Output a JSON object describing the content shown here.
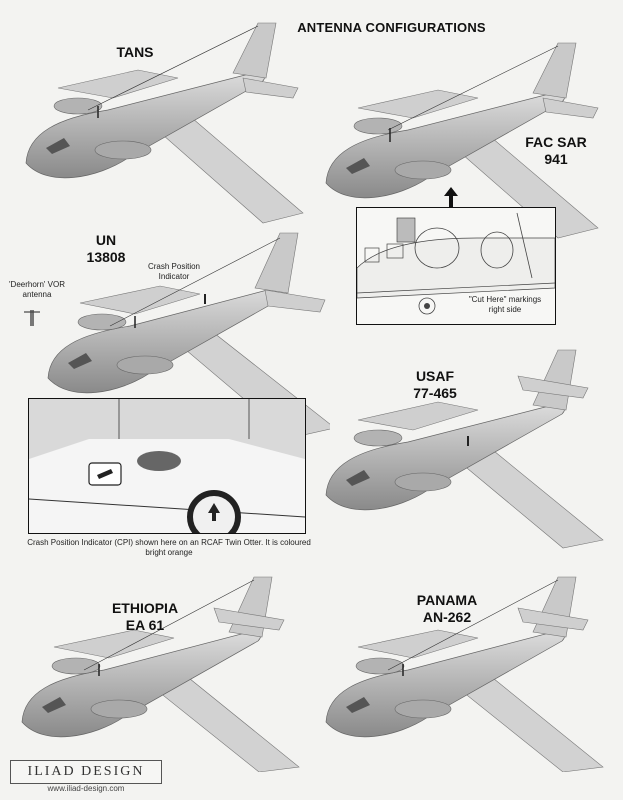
{
  "header": {
    "title": "ANTENNA CONFIGURATIONS"
  },
  "aircraft": [
    {
      "label_lines": [
        "TANS"
      ]
    },
    {
      "label_lines": [
        "FAC SAR",
        "941"
      ]
    },
    {
      "label_lines": [
        "UN",
        "13808"
      ]
    },
    {
      "label_lines": [
        "USAF",
        "77-465"
      ]
    },
    {
      "label_lines": [
        "ETHIOPIA",
        "EA 61"
      ]
    },
    {
      "label_lines": [
        "PANAMA",
        "AN-262"
      ]
    }
  ],
  "callouts": {
    "deerhorn": "'Deerhorn' VOR antenna",
    "cpi": "Crash Position Indicator"
  },
  "inset": {
    "note": "\"Cut Here\" markings right side"
  },
  "photo": {
    "caption": "Crash Position Indicator (CPI) shown here on an RCAF Twin Otter. It is coloured bright orange"
  },
  "branding": {
    "logo": "ILIAD DESIGN",
    "url": "www.iliad-design.com"
  }
}
